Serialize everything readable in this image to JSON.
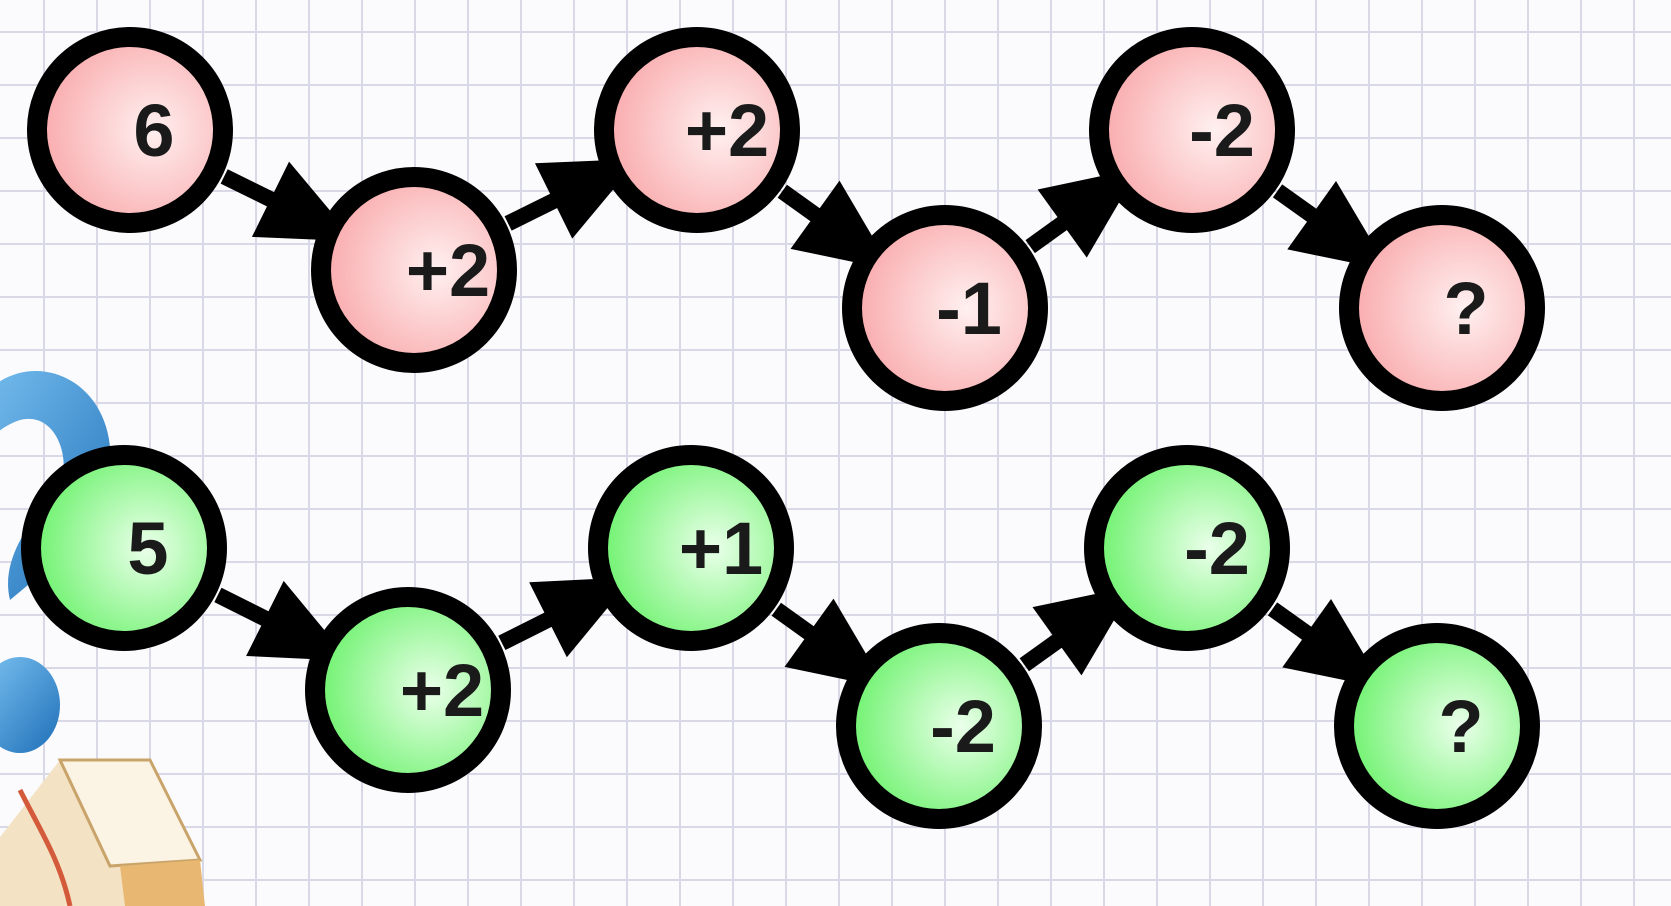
{
  "chains": [
    {
      "name": "pink",
      "fill_light": "#fff0f0",
      "fill_dark": "#f9a9ab",
      "nodes": [
        {
          "label": "6"
        },
        {
          "label": "+2"
        },
        {
          "label": "+2"
        },
        {
          "label": "-1"
        },
        {
          "label": "-2"
        },
        {
          "label": "?"
        }
      ]
    },
    {
      "name": "green",
      "fill_light": "#eaffea",
      "fill_dark": "#6cf26c",
      "nodes": [
        {
          "label": "5"
        },
        {
          "label": "+2"
        },
        {
          "label": "+1"
        },
        {
          "label": "-2"
        },
        {
          "label": "-2"
        },
        {
          "label": "?"
        }
      ]
    }
  ],
  "colors": {
    "outline": "#000000",
    "arrow": "#000000",
    "text": "#1a1a1a",
    "grid": "#d8d8e6",
    "background": "#fbfbfe",
    "decor_blue": "#2f8fd6",
    "decor_book": "#f3e2c4"
  },
  "decor": {
    "icon": "book-with-blue-question-mark-icon"
  }
}
